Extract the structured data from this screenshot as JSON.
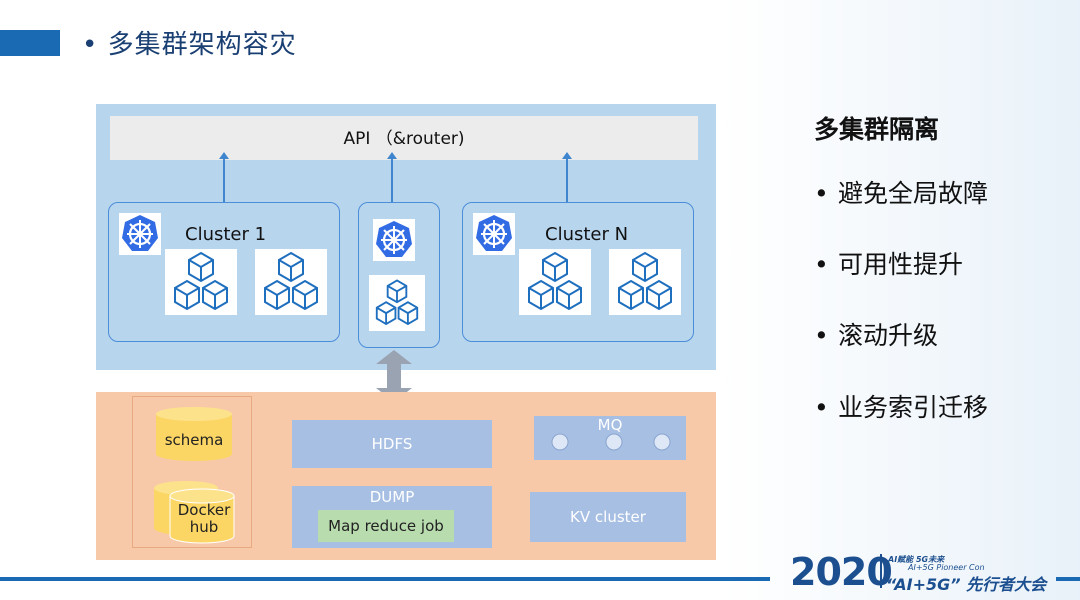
{
  "page": {
    "title": "多集群架构容灾"
  },
  "diagram": {
    "api_label": "API （&router)",
    "clusters": [
      {
        "label": "Cluster 1"
      },
      {
        "label": ""
      },
      {
        "label": "Cluster N"
      }
    ],
    "storage": {
      "schema": "schema",
      "docker_hub": "Docker\nhub",
      "hdfs": "HDFS",
      "dump": "DUMP",
      "map_reduce": "Map reduce job",
      "mq": "MQ",
      "kv_cluster": "KV cluster"
    }
  },
  "right_panel": {
    "heading": "多集群隔离",
    "bullets": [
      "避免全局故障",
      "可用性提升",
      "滚动升级",
      "业务索引迁移"
    ]
  },
  "branding": {
    "year": "2020",
    "line1": "AI赋能 5G未来",
    "line2": "AI+5G Pioneer Con",
    "line3": "“AI+5G” 先行者大会"
  },
  "colors": {
    "brand_blue": "#1a69b3",
    "diagram_upper": "#b8d5ee",
    "diagram_lower": "#f7c9a9",
    "cylinder_yellow": "#fbd664",
    "box_blue": "#a7bfe3",
    "box_green": "#b9dcae"
  }
}
